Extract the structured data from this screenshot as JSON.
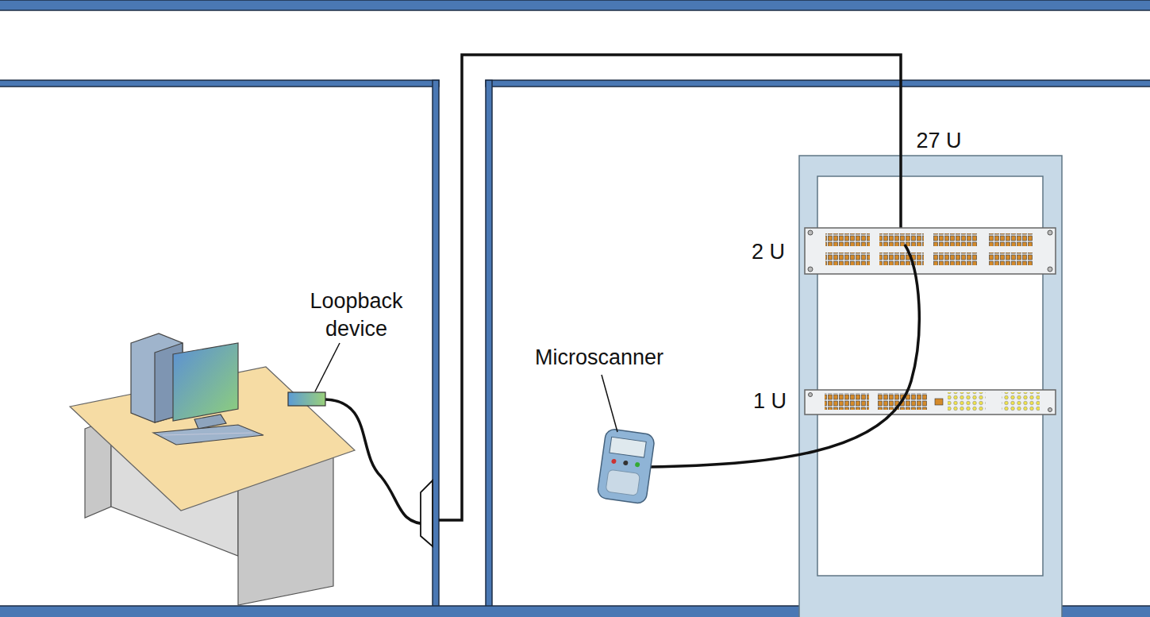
{
  "diagram": {
    "labels": [
      "Loopback device",
      "Microscanner",
      "27 U",
      "2 U",
      "1 U"
    ]
  }
}
